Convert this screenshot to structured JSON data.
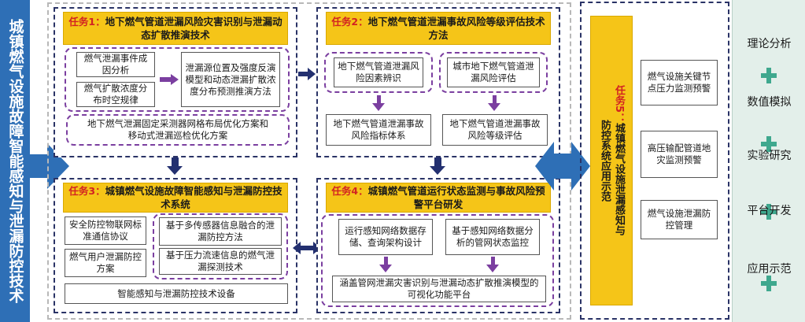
{
  "main_title": "城镇燃气设施故障智能感知与泄漏防控技术",
  "task1": {
    "num": "任务1：",
    "title": "地下燃气管道泄漏风险灾害识别与泄漏动态扩散推演技术",
    "box_a": "燃气泄漏事件成因分析",
    "box_b": "燃气扩散浓度分布时空规律",
    "box_c": "泄漏源位置及强度反演模型和动态泄漏扩散浓度分布预测推演方法",
    "box_d": "地下燃气泄漏固定采测器网格布局优化方案和移动式泄漏巡检优化方案"
  },
  "task2": {
    "num": "任务2：",
    "title": "地下燃气管道泄漏事故风险等级评估技术方法",
    "box_a": "地下燃气管道泄漏风险因素辨识",
    "box_b": "城市地下燃气管道泄漏风险评估",
    "box_c": "地下燃气管道泄漏事故风险指标体系",
    "box_d": "地下燃气管道泄漏事故风险等级评估"
  },
  "task3": {
    "num": "任务3：",
    "title": "城镇燃气设施故障智能感知与泄漏防控技术系统",
    "box_a": "安全防控物联网标准通信协议",
    "box_b": "燃气用户泄漏防控方案",
    "box_c": "基于多传感器信息融合的泄漏防控方法",
    "box_d": "基于压力流速信息的燃气泄漏探测技术",
    "box_e": "智能感知与泄漏防控技术设备"
  },
  "task4": {
    "num": "任务4：",
    "title": "城镇燃气管道运行状态监测与事故风险预警平台研发",
    "box_a": "运行感知网络数据存储、查询架构设计",
    "box_b": "基于感知网络数据分析的管网状态监控",
    "box_c": "涵盖管网泄漏灾害识别与泄漏动态扩散推演模型的可视化功能平台"
  },
  "task5": {
    "num": "任务5：",
    "title_a": "城镇燃气设施泄漏感知与",
    "title_b": "防控系统应用示范",
    "box_a": "燃气设施关键节点压力监测预警",
    "box_b": "高压输配管道地灾监测预警",
    "box_c": "燃气设施泄漏防控管理"
  },
  "methods": [
    "理论分析",
    "数值模拟",
    "实验研究",
    "平台开发",
    "应用示范"
  ],
  "colors": {
    "title_bar": "#2e6fb6",
    "task_yellow": "#f5c518",
    "task_border": "#2a3366",
    "purple": "#7b3fa0",
    "method_bg": "#e3efea",
    "plus": "#3fa88e"
  }
}
